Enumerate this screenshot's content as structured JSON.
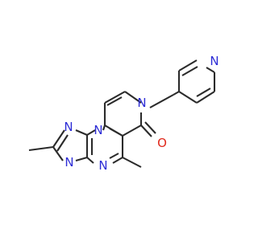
{
  "structure": {
    "colors": {
      "bond": "#2b2b2b",
      "nitrogen": "#2d2dd6",
      "oxygen": "#e0281b"
    },
    "labels": {
      "n_pyridine": "N",
      "n_pyridinone": "N",
      "n_triazole_top": "N",
      "n_triazole_bridge": "N",
      "n_triazole_bottom": "N",
      "n_pyrimidine": "N",
      "o_carbonyl": "O"
    }
  }
}
